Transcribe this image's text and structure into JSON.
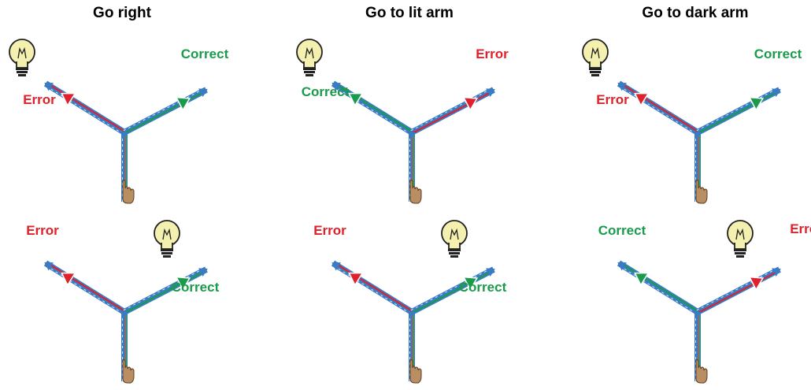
{
  "columns": [
    {
      "title": "Go right"
    },
    {
      "title": "Go to lit arm"
    },
    {
      "title": "Go to dark arm"
    }
  ],
  "colors": {
    "correct": "#1a9b4b",
    "error": "#e0202a",
    "arm": "#3a7cc4",
    "bulb": "#f3f0b0"
  },
  "panels": [
    {
      "col": 0,
      "row": 0,
      "light": "left",
      "left": {
        "label": "Error",
        "outcome": "error"
      },
      "right": {
        "label": "Correct",
        "outcome": "correct"
      }
    },
    {
      "col": 1,
      "row": 0,
      "light": "left",
      "left": {
        "label": "Correct",
        "outcome": "correct"
      },
      "right": {
        "label": "Error",
        "outcome": "error"
      }
    },
    {
      "col": 2,
      "row": 0,
      "light": "left",
      "left": {
        "label": "Error",
        "outcome": "error"
      },
      "right": {
        "label": "Correct",
        "outcome": "correct"
      }
    },
    {
      "col": 0,
      "row": 1,
      "light": "right",
      "left": {
        "label": "Error",
        "outcome": "error"
      },
      "right": {
        "label": "Correct",
        "outcome": "correct"
      }
    },
    {
      "col": 1,
      "row": 1,
      "light": "right",
      "left": {
        "label": "Error",
        "outcome": "error"
      },
      "right": {
        "label": "Correct",
        "outcome": "correct"
      }
    },
    {
      "col": 2,
      "row": 1,
      "light": "right",
      "left": {
        "label": "Correct",
        "outcome": "correct"
      },
      "right": {
        "label": "Error",
        "outcome": "error"
      }
    }
  ]
}
